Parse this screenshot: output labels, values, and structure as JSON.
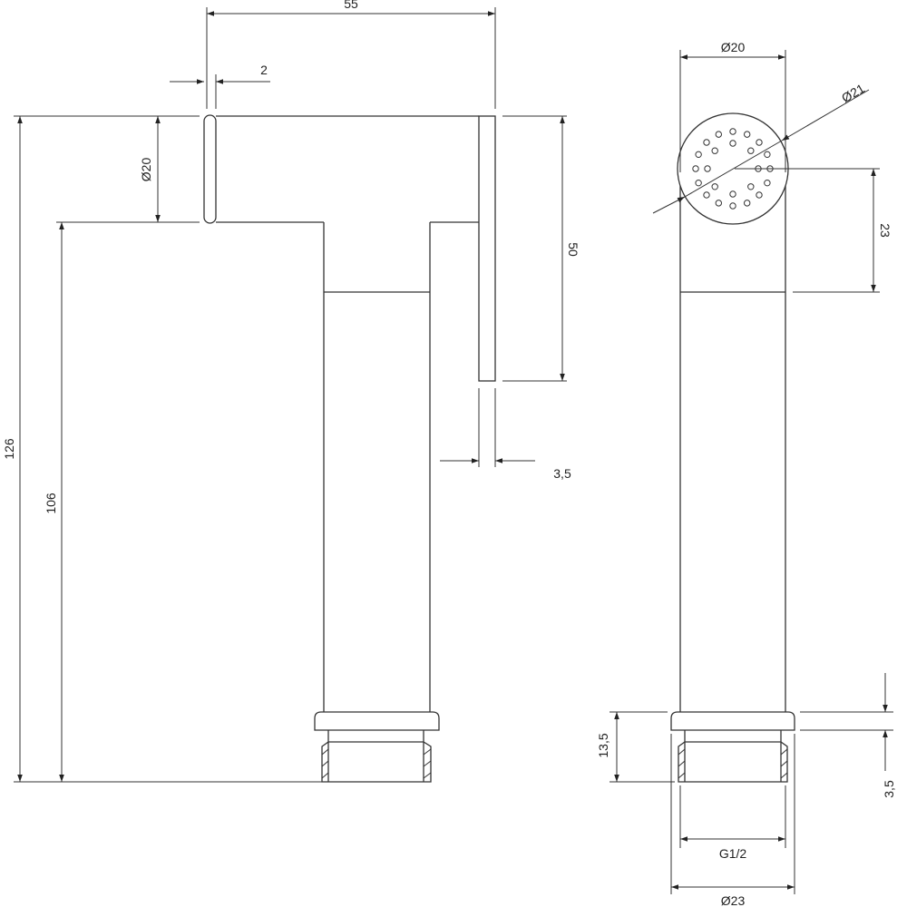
{
  "side_view": {
    "dim_width": "55",
    "dim_cap": "2",
    "dim_diameter": "Ø20",
    "dim_total_height": "126",
    "dim_height": "106",
    "dim_spout": "50",
    "dim_plate": "3,5"
  },
  "front_view": {
    "dim_diameter": "Ø20",
    "dim_head": "Ø21",
    "dim_head_offset": "23",
    "dim_nut": "13,5",
    "dim_nut_height": "3,5",
    "dim_thread": "G1/2",
    "dim_nut_diameter": "Ø23"
  },
  "spray_head": {
    "outer_holes": 16,
    "inner_holes": 8
  }
}
